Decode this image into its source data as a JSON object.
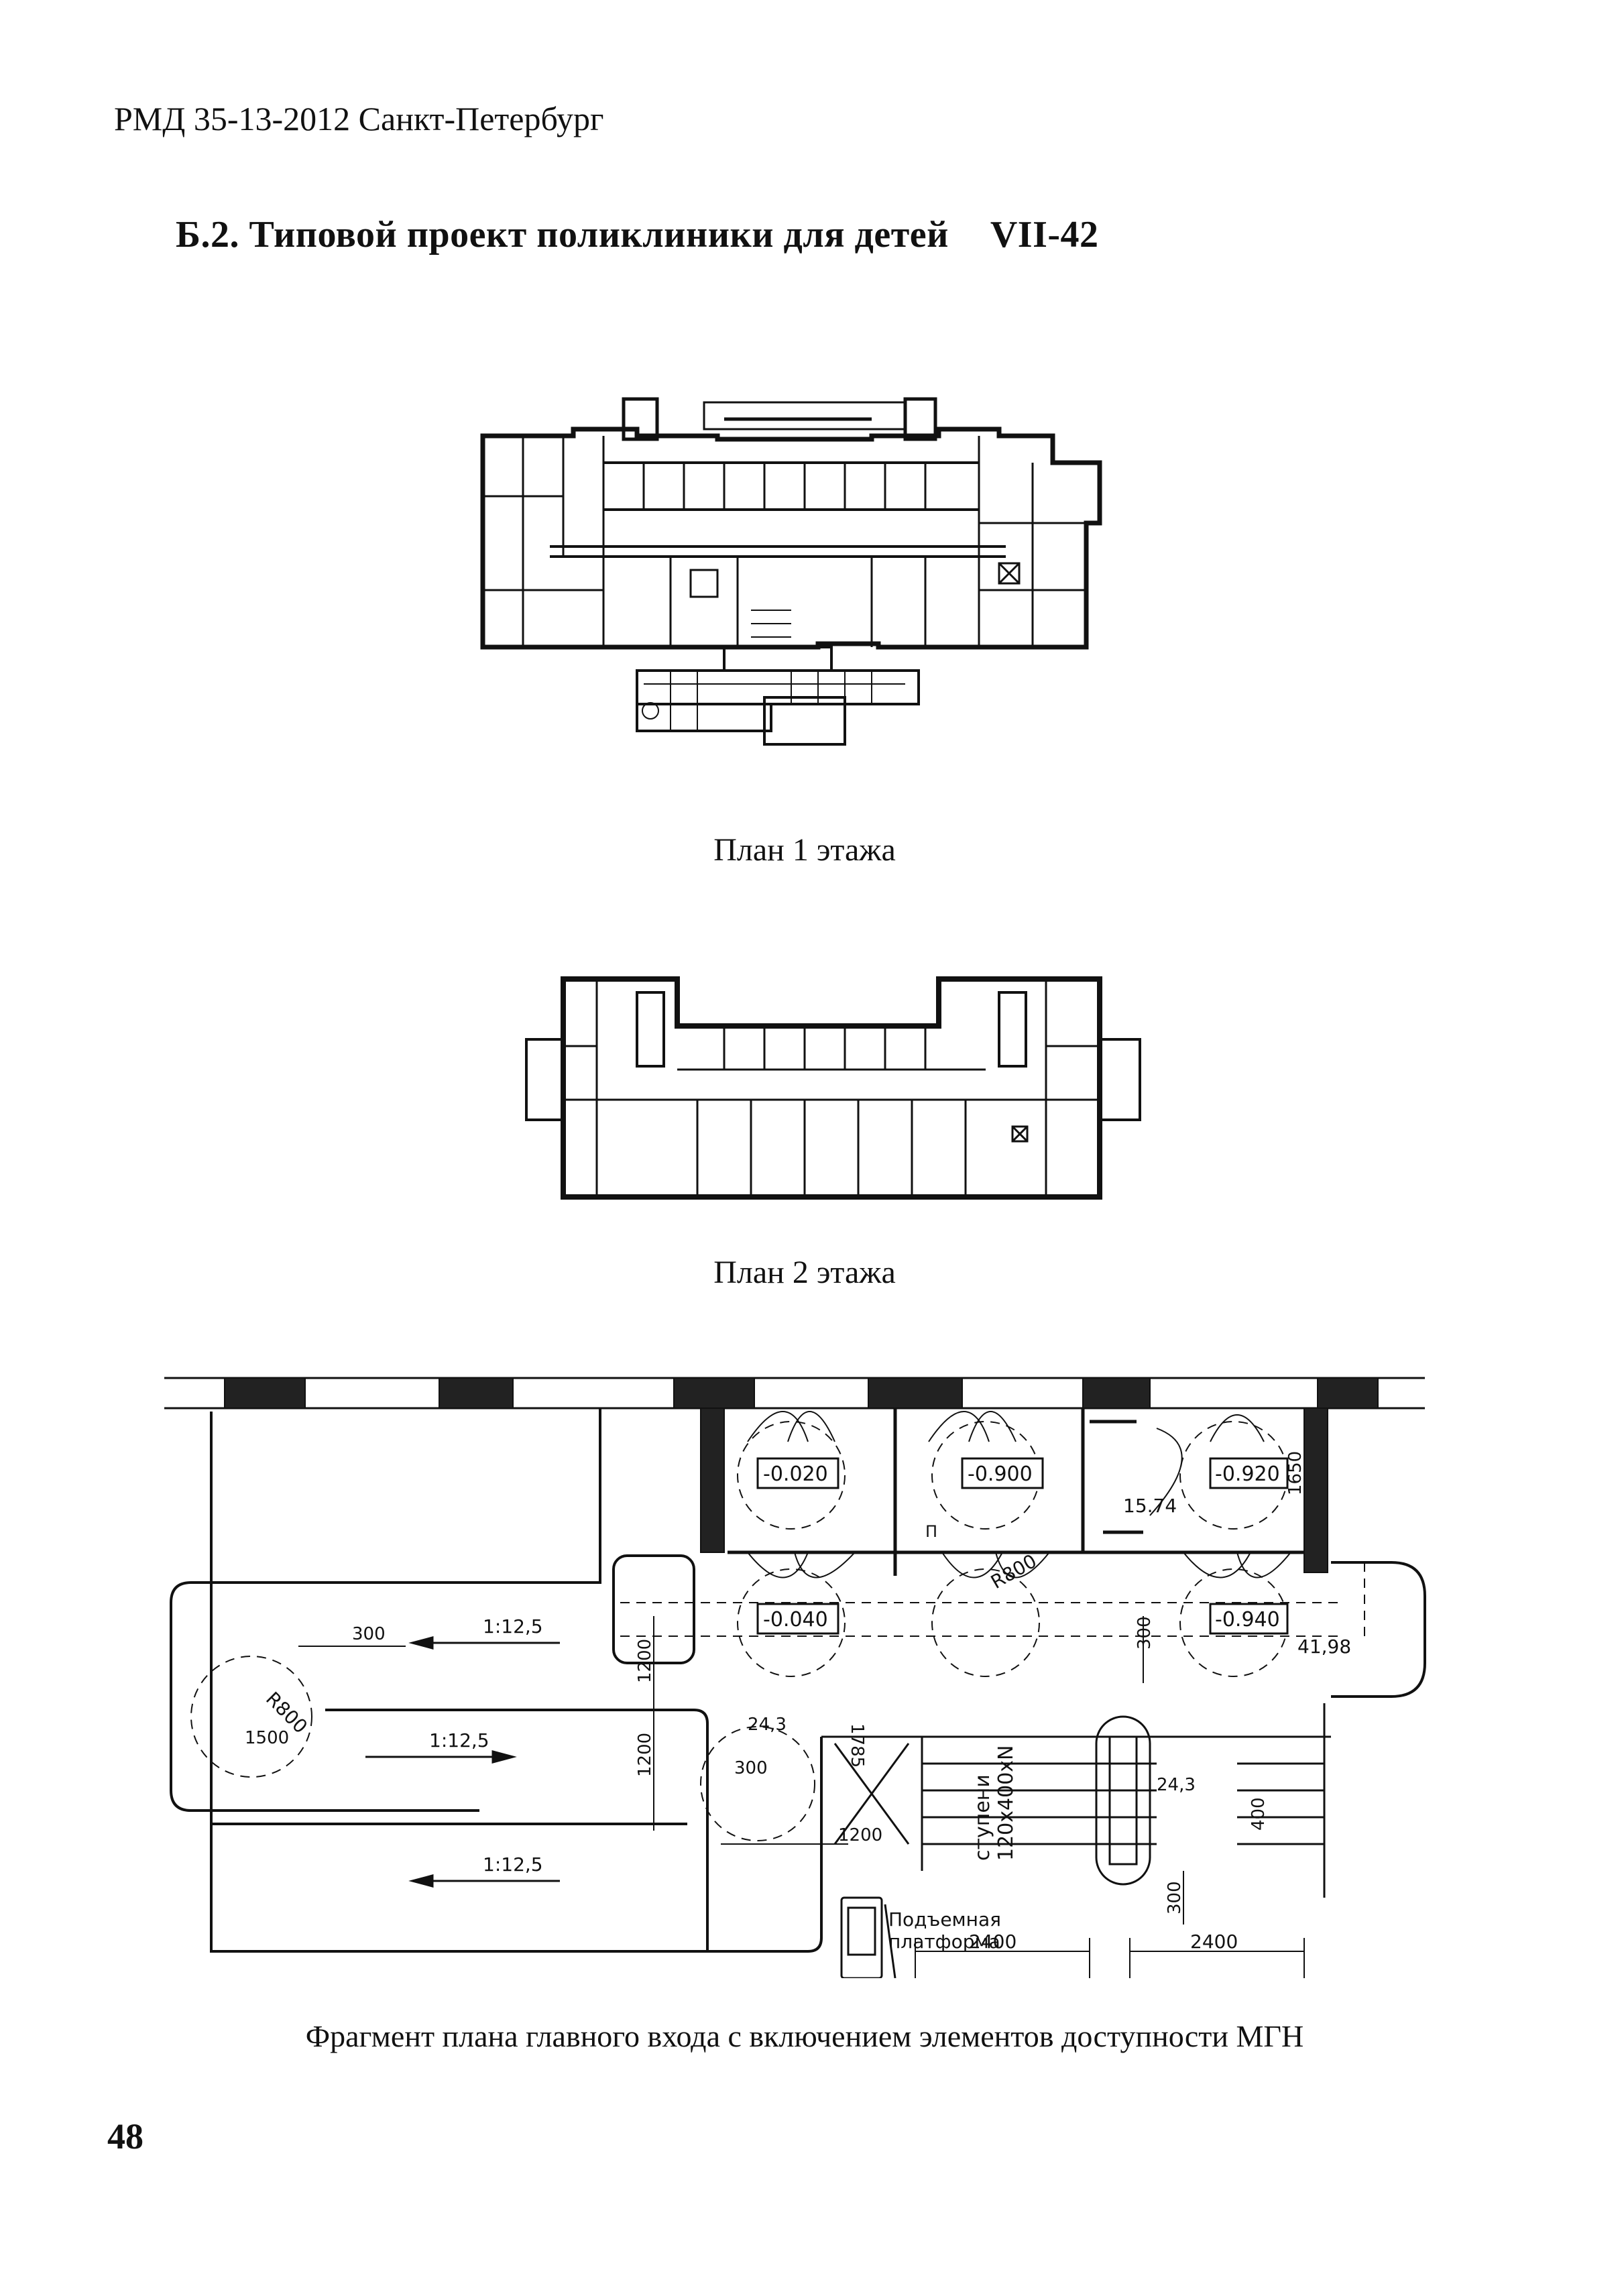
{
  "header": {
    "running_title": "РМД 35-13-2012 Санкт-Петербург"
  },
  "section": {
    "title": "Б.2. Типовой проект поликлиники для детей",
    "code": "VII-42"
  },
  "figure1": {
    "caption": "План 1 этажа"
  },
  "figure2": {
    "caption": "План 2 этажа"
  },
  "figure3": {
    "caption": "Фрагмент плана главного входа с включением элементов доступности МГН",
    "labels": {
      "lvl_a": "-0.020",
      "lvl_b": "-0.900",
      "lvl_c": "-0.920",
      "lvl_d": "-0.040",
      "lvl_e": "-0.940",
      "dim_1650": "1650",
      "dim_574": "15.74",
      "dim_4198": "41,98",
      "ramp_1": "1:12,5",
      "ramp_2": "1:12,5",
      "ramp_3": "1:12,5",
      "dim_300a": "300",
      "dim_300b": "300",
      "dim_300c": "300",
      "dim_300d": "300",
      "dim_1200a": "1200",
      "dim_1200b": "1200",
      "dim_1200c": "1200",
      "dim_243a": "24,3",
      "dim_243b": "24,3",
      "dim_1785": "1785",
      "dim_400": "400",
      "r800a": "R800",
      "r800b": "R800",
      "d1500": "1500",
      "steps": "ступени",
      "steps_size": "120x400xN",
      "platform_1": "Подъемная",
      "platform_2": "платформа",
      "dim_2400a": "2400",
      "dim_2400b": "2400",
      "mark_p": "П"
    }
  },
  "page": {
    "number": "48"
  }
}
